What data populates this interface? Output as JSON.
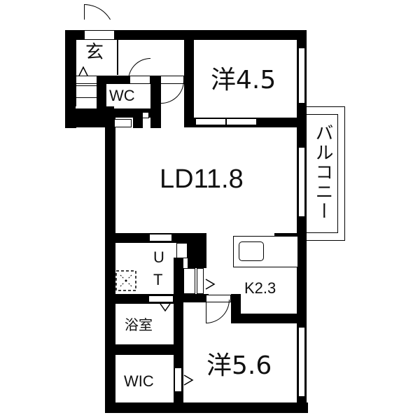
{
  "floorplan": {
    "rooms": {
      "entrance": {
        "label": "玄"
      },
      "wc": {
        "label": "WC"
      },
      "western_room_1": {
        "label": "洋4.5"
      },
      "living_dining": {
        "label": "LD11.8"
      },
      "balcony": {
        "label": "バルコニー"
      },
      "utility": {
        "label_u": "U",
        "label_t": "T"
      },
      "kitchen": {
        "label": "K2.3"
      },
      "bathroom": {
        "label": "浴室"
      },
      "walk_in_closet": {
        "label": "WIC"
      },
      "western_room_2": {
        "label": "洋5.6"
      }
    },
    "colors": {
      "wall": "#000000",
      "background": "#ffffff"
    }
  }
}
